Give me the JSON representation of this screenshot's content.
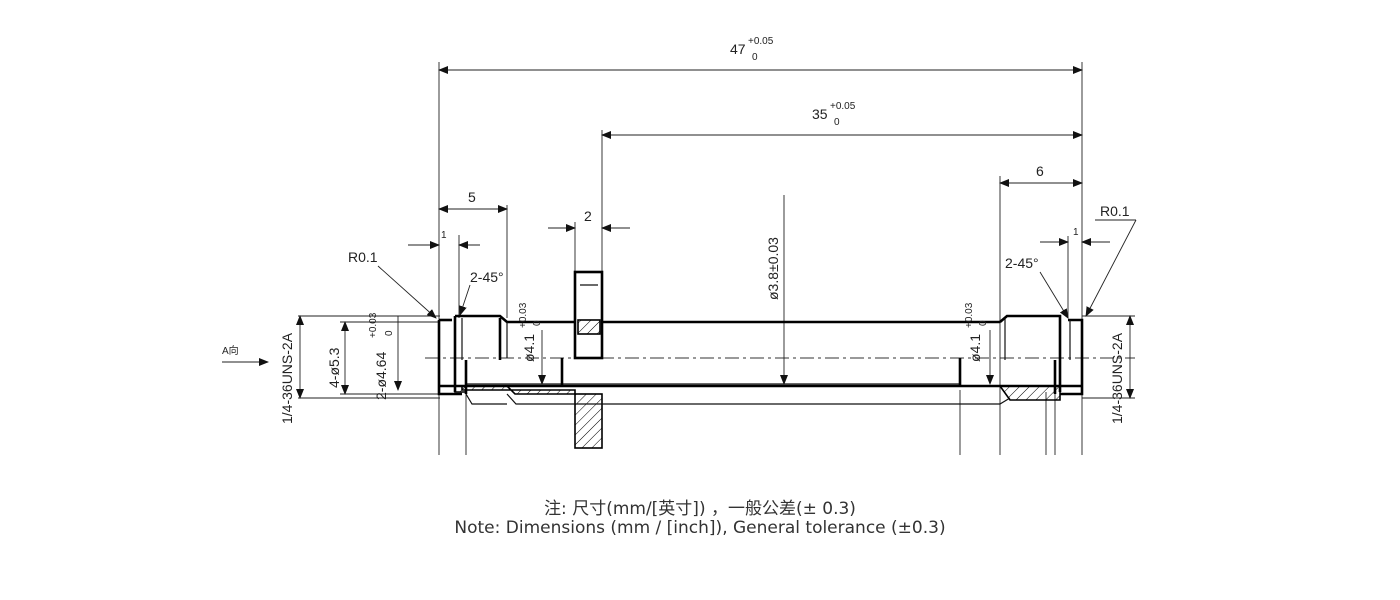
{
  "dims": {
    "overall_base": "47",
    "overall_tol_upper": "+0.05",
    "overall_tol_lower": "0",
    "inner_base": "35",
    "inner_tol_upper": "+0.05",
    "inner_tol_lower": "0",
    "left_length": "5",
    "left_step": "1",
    "flange_width": "2",
    "right_length": "6",
    "right_step": "1",
    "left_radius": "R0.1",
    "right_radius": "R0.1",
    "left_chamfer": "2-45°",
    "right_chamfer": "2-45°",
    "shaft_dia": "ø3.8±0.03",
    "left_thread": "1/4-36UNS-2A",
    "right_thread": "1/4-36UNS-2A",
    "hole_pattern": "4-ø5.3",
    "groove_dia": "2-ø4.64",
    "groove_tol_upper": "+0.03",
    "groove_tol_lower": "0",
    "left_bore": "ø4.1",
    "left_bore_tol_upper": "+0.03",
    "left_bore_tol_lower": "0",
    "right_bore": "ø4.1",
    "right_bore_tol_upper": "+0.03",
    "right_bore_tol_lower": "0",
    "view_label": "A向"
  },
  "notes": {
    "cn": "注: 尺寸(mm/[英寸]) ，一般公差(± 0.3)",
    "en": "Note: Dimensions (mm / [inch]), General tolerance (±0.3)"
  }
}
